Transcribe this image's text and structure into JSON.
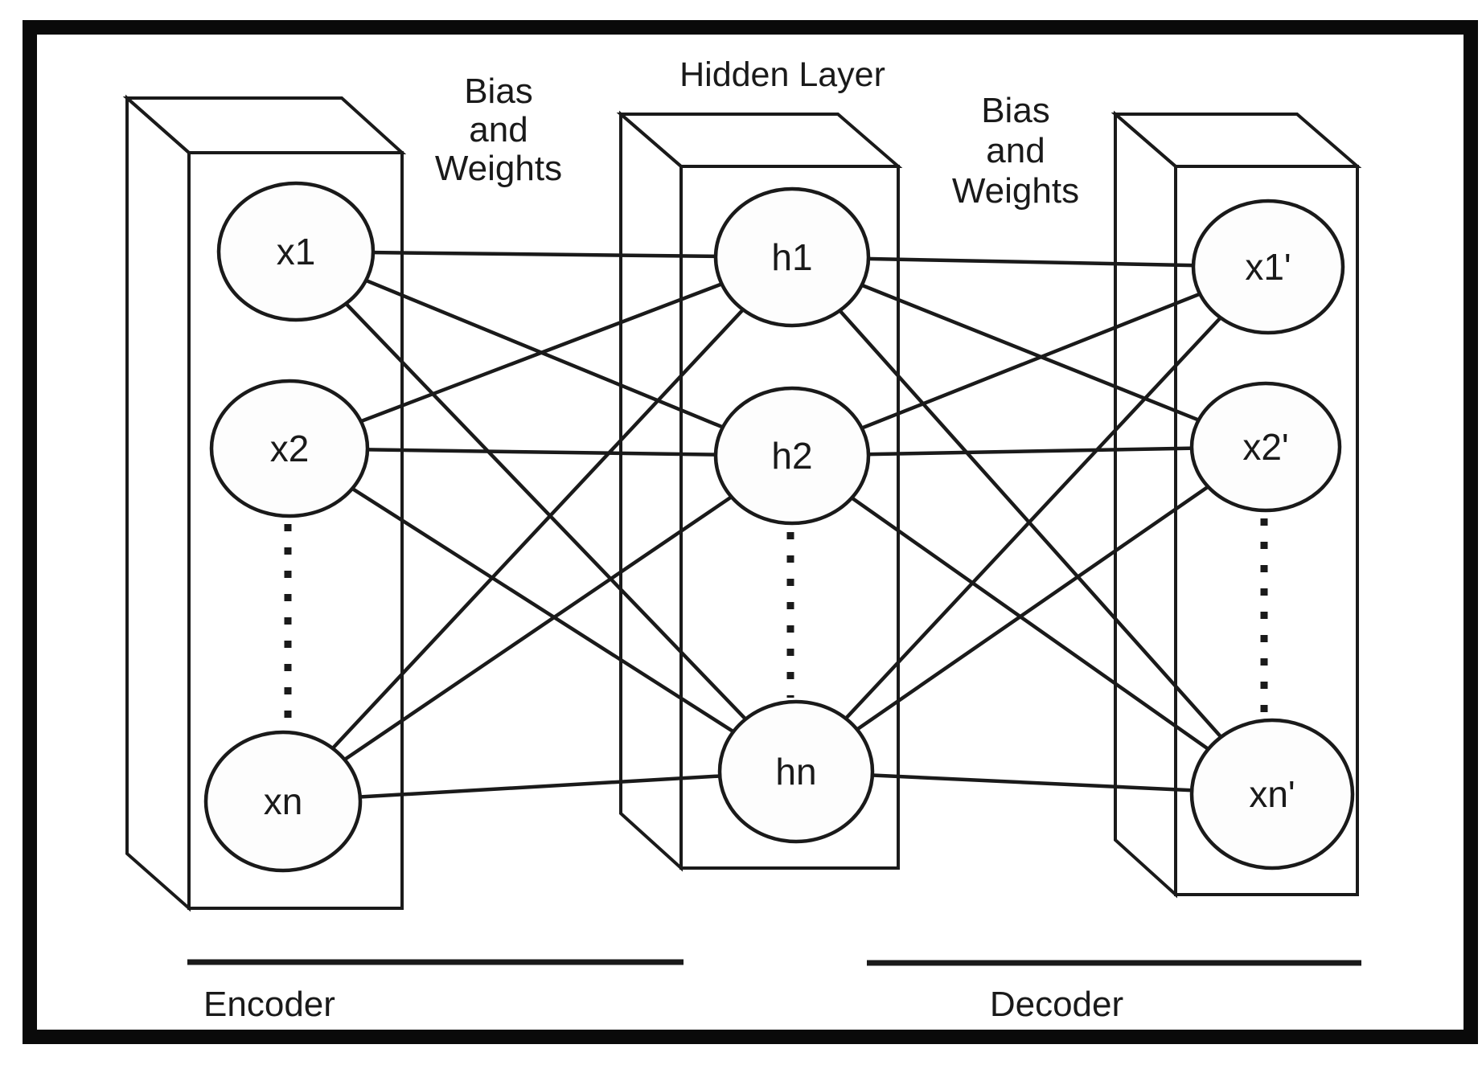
{
  "labels": {
    "hidden_layer_title": "Hidden Layer",
    "bias_left": [
      "Bias",
      "and",
      "Weights"
    ],
    "bias_right": [
      "Bias",
      "and",
      "Weights"
    ],
    "encoder": "Encoder",
    "decoder": "Decoder"
  },
  "nodes": {
    "input": [
      {
        "label": "x1"
      },
      {
        "label": "x2"
      },
      {
        "label": "xn"
      }
    ],
    "hidden": [
      {
        "label": "h1"
      },
      {
        "label": "h2"
      },
      {
        "label": "hn"
      }
    ],
    "output": [
      {
        "label": "x1'"
      },
      {
        "label": "x2'"
      },
      {
        "label": "xn'"
      }
    ]
  },
  "colors": {
    "ink": "#1a1a1a",
    "top_face": "#ececec",
    "side_face": "#d7d7d7",
    "front_face": "#fdfdfd",
    "background": "#ffffff"
  }
}
